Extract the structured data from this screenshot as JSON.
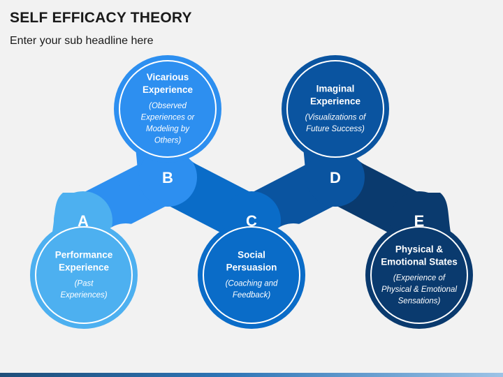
{
  "title": "SELF EFFICACY THEORY",
  "subtitle": "Enter your sub headline here",
  "nodes": [
    {
      "letter": "A",
      "title_lines": [
        "Performance",
        "Experience"
      ],
      "desc_lines": [
        "(Past",
        "Experiences)"
      ],
      "color": "#4db0f0"
    },
    {
      "letter": "B",
      "title_lines": [
        "Vicarious",
        "Experience"
      ],
      "desc_lines": [
        "(Observed",
        "Experiences or",
        "Modeling by",
        "Others)"
      ],
      "color": "#2d8ff0"
    },
    {
      "letter": "C",
      "title_lines": [
        "Social",
        "Persuasion"
      ],
      "desc_lines": [
        "(Coaching and",
        "Feedback)"
      ],
      "color": "#0a6cc8"
    },
    {
      "letter": "D",
      "title_lines": [
        "Imaginal",
        "Experience"
      ],
      "desc_lines": [
        "(Visualizations of",
        "Future Success)"
      ],
      "color": "#0a54a0"
    },
    {
      "letter": "E",
      "title_lines": [
        "Physical &",
        "Emotional States"
      ],
      "desc_lines": [
        "(Experience of",
        "Physical & Emotional",
        "Sensations)"
      ],
      "color": "#0a3a6e"
    }
  ]
}
